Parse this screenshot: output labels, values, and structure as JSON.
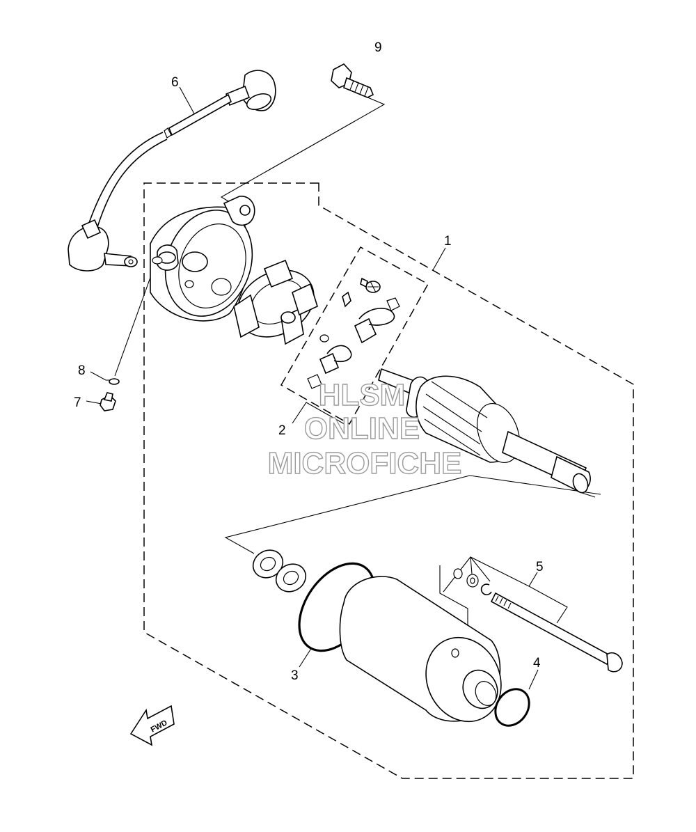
{
  "callouts": {
    "c1": "1",
    "c2": "2",
    "c3": "3",
    "c4": "4",
    "c5": "5",
    "c6": "6",
    "c7": "7",
    "c8": "8",
    "c9": "9"
  },
  "watermark": {
    "line1": "HLSM",
    "line2": "ONLINE",
    "line3": "MICROFICHE"
  },
  "fwd_label": "FWD"
}
